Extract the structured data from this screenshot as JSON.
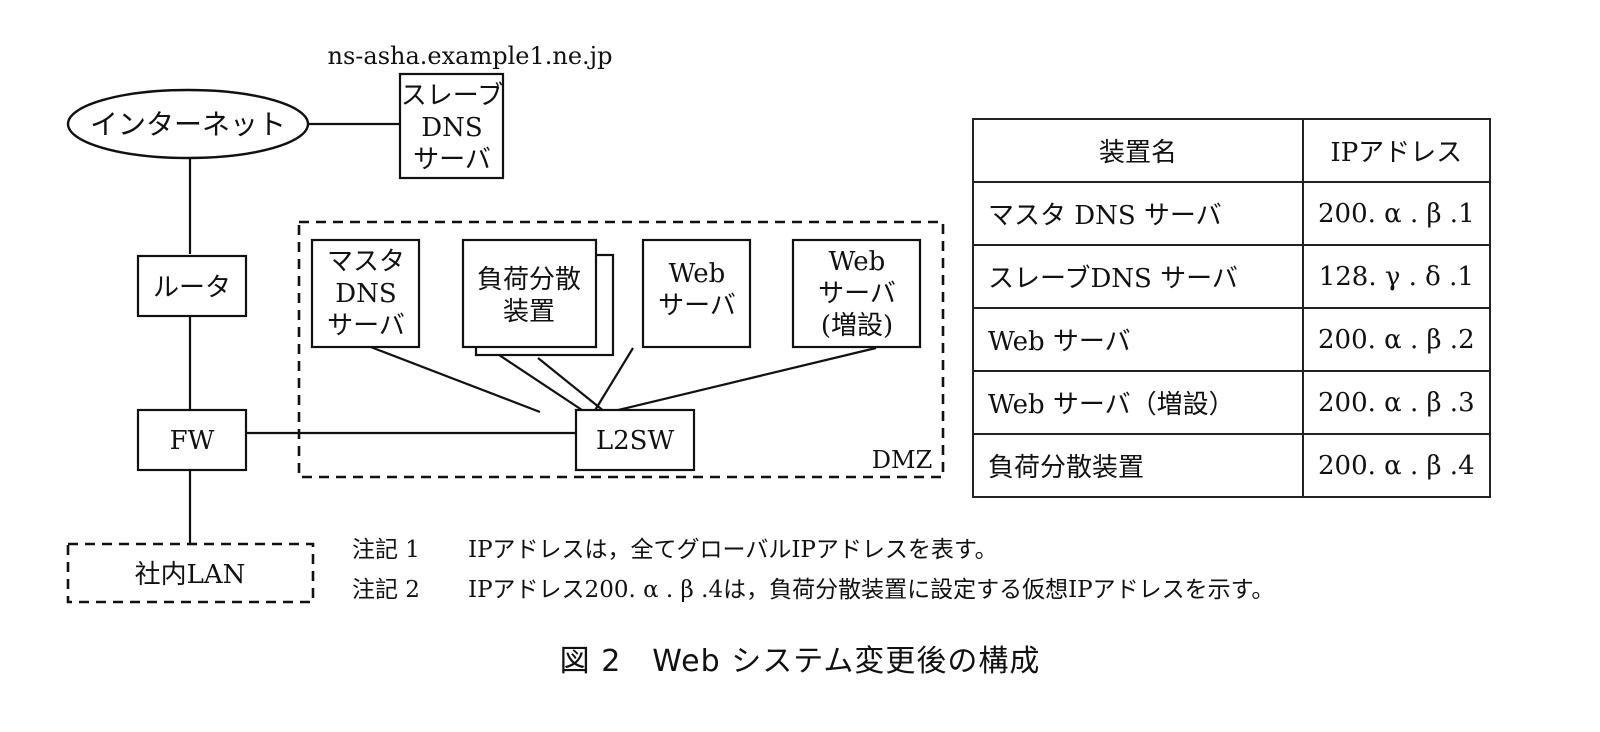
{
  "diagram": {
    "internet": "インターネット",
    "slave_dns": {
      "hostname": "ns-asha.example1.ne.jp",
      "lines": [
        "スレーブ",
        "DNS",
        "サーバ"
      ]
    },
    "router": "ルータ",
    "fw": "FW",
    "lan": "社内LAN",
    "dmz_label": "DMZ",
    "l2sw": "L2SW",
    "master_dns": [
      "マスタ",
      "DNS",
      "サーバ"
    ],
    "load_balancer": [
      "負荷分散",
      "装置"
    ],
    "web_server": [
      "Web",
      "サーバ"
    ],
    "web_server_added": [
      "Web",
      "サーバ",
      "(増設)"
    ]
  },
  "table": {
    "headers": [
      "装置名",
      "IPアドレス"
    ],
    "rows": [
      {
        "name": "マスタ DNS サーバ",
        "ip": "200. α . β .1"
      },
      {
        "name": "スレーブDNS サーバ",
        "ip": "128. γ . δ .1"
      },
      {
        "name": "Web サーバ",
        "ip": "200. α . β .2"
      },
      {
        "name": "Web サーバ（増設）",
        "ip": "200. α . β .3"
      },
      {
        "name": "負荷分散装置",
        "ip": "200. α . β .4"
      }
    ]
  },
  "notes": [
    {
      "label": "注記 1",
      "text": "IPアドレスは，全てグローバルIPアドレスを表す。"
    },
    {
      "label": "注記 2",
      "text": "IPアドレス200. α . β .4は，負荷分散装置に設定する仮想IPアドレスを示す。"
    }
  ],
  "caption": "図 2　Web システム変更後の構成"
}
